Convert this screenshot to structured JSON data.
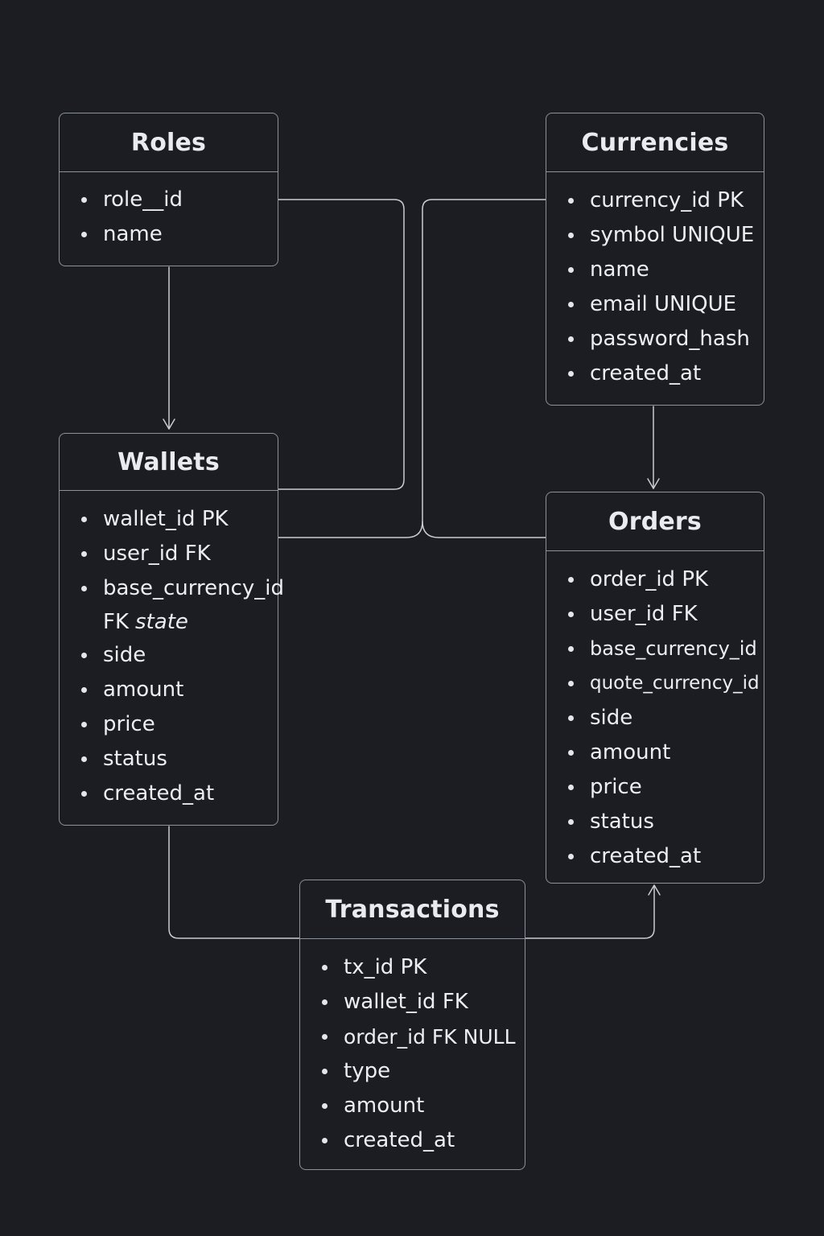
{
  "colors": {
    "background": "#1b1d22",
    "border": "#8b9099",
    "text": "#eceef2"
  },
  "entities": {
    "roles": {
      "title": "Roles",
      "fields": [
        "role__id",
        "name"
      ]
    },
    "currencies": {
      "title": "Currencies",
      "fields": [
        "currency_id PK",
        "symbol UNIQUE",
        "name",
        "email UNIQUE",
        "password_hash",
        "created_at"
      ]
    },
    "wallets": {
      "title": "Wallets",
      "fields": [
        "wallet_id PK",
        "user_id FK",
        "base_currency_id",
        "side",
        "amount",
        "price",
        "status",
        "created_at"
      ],
      "field_continuation": {
        "prefix": "FK",
        "emphasis": "state"
      }
    },
    "orders": {
      "title": "Orders",
      "fields": [
        "order_id PK",
        "user_id FK",
        "base_currency_id",
        "quote_currency_id",
        "side",
        "amount",
        "price",
        "status",
        "created_at"
      ]
    },
    "transactions": {
      "title": "Transactions",
      "fields": [
        "tx_id PK",
        "wallet_id FK",
        "order_id FK NULL",
        "type",
        "amount",
        "created_at"
      ]
    }
  }
}
